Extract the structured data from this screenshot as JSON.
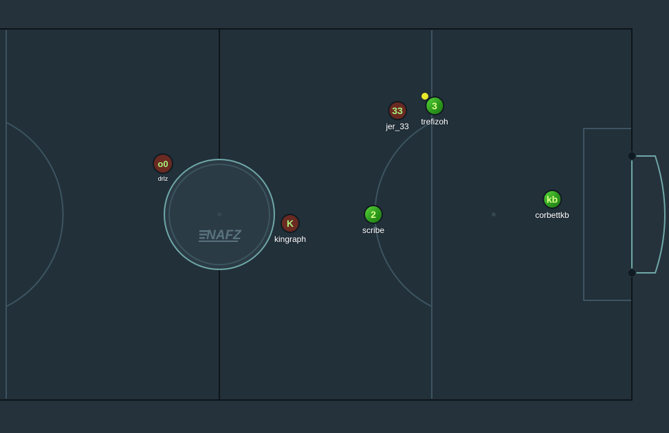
{
  "field": {
    "logo_text": "NAFZ",
    "line_color": "#0d1418",
    "marking_color": "#3c5560",
    "goal_color": "#6fa8a8",
    "background": "#25323c",
    "surface": "#22303a"
  },
  "players": [
    {
      "id": "o0",
      "label": "o0",
      "name": "drlz",
      "team": "red"
    },
    {
      "id": "K",
      "label": "K",
      "name": "kingraph",
      "team": "red"
    },
    {
      "id": "33",
      "label": "33",
      "name": "jer_33",
      "team": "red"
    },
    {
      "id": "3",
      "label": "3",
      "name": "trefizoh",
      "team": "green"
    },
    {
      "id": "2",
      "label": "2",
      "name": "scribe",
      "team": "green"
    },
    {
      "id": "kb",
      "label": "kb",
      "name": "corbettkb",
      "team": "green"
    }
  ],
  "ball": {
    "color": "#e8e82a"
  },
  "team_colors": {
    "red": "#6a2a22",
    "green": "#3cb82a"
  }
}
